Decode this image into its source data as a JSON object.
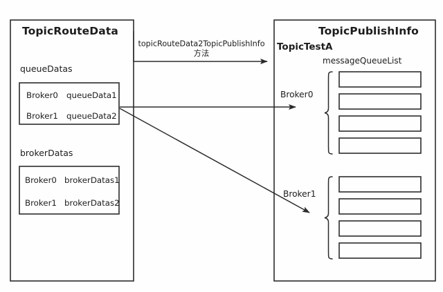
{
  "diagram": {
    "title_semantic": "TopicRouteData to TopicPublishInfo conversion diagram",
    "colors": {
      "stroke": "#2b2b2b",
      "fill": "#fefefe",
      "text": "#1c1c1c",
      "background": "#ffffff"
    }
  },
  "left_panel": {
    "title": "TopicRouteData",
    "sections": [
      {
        "label": "queueDatas",
        "rows": [
          {
            "broker": "Broker0",
            "value": "queueData1"
          },
          {
            "broker": "Broker1",
            "value": "queueData2"
          }
        ]
      },
      {
        "label": "brokerDatas",
        "rows": [
          {
            "broker": "Broker0",
            "value": "brokerDatas1"
          },
          {
            "broker": "Broker1",
            "value": "brokerDatas2"
          }
        ]
      }
    ]
  },
  "right_panel": {
    "title": "TopicPublishInfo",
    "topic": "TopicTestA",
    "list_label": "messageQueueList",
    "groups": [
      {
        "broker": "Broker0",
        "queue_count": 4
      },
      {
        "broker": "Broker1",
        "queue_count": 4
      }
    ]
  },
  "edges": [
    {
      "name": "convert-method-arrow",
      "label_line1": "topicRouteData2TopicPublishInfo",
      "label_line2": "方法"
    },
    {
      "name": "queuedatas-to-broker0-arrow",
      "label": "Broker0"
    },
    {
      "name": "queuedatas-to-broker1-arrow",
      "label": "Broker1"
    }
  ]
}
